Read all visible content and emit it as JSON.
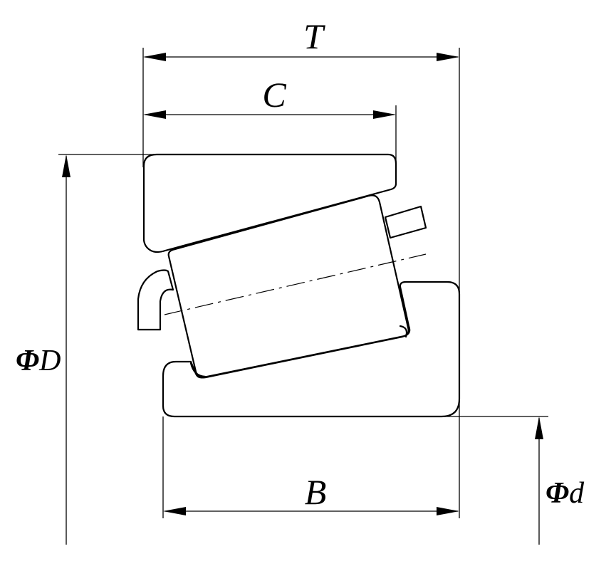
{
  "diagram": {
    "type": "tapered roller bearing dimension drawing",
    "labels": {
      "overall_width": "T",
      "outer_ring_width": "C",
      "inner_ring_width": "B",
      "outer_diameter_symbol": "Φ",
      "outer_diameter_letter": "D",
      "bore_diameter_symbol": "Φ",
      "bore_diameter_letter": "d"
    }
  }
}
